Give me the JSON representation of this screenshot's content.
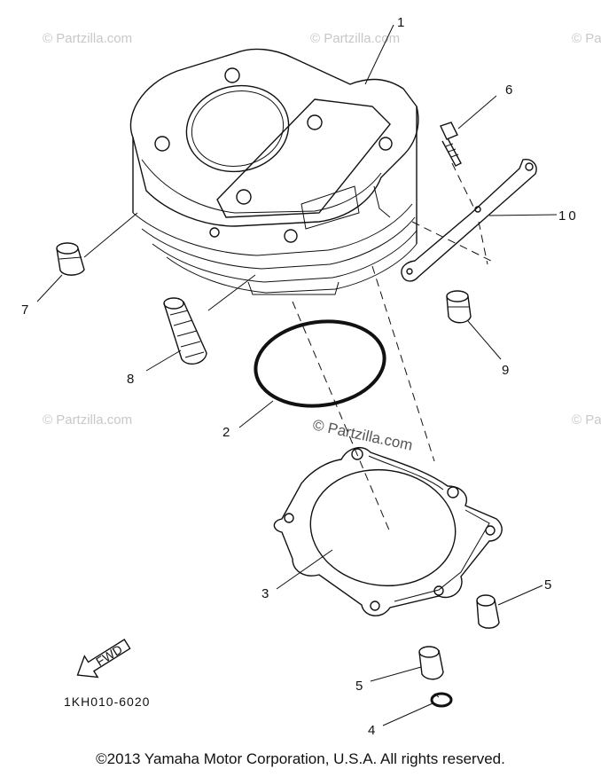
{
  "watermarks": {
    "text": "© Partzilla.com",
    "center_text": "© Partzilla.com"
  },
  "callouts": {
    "p1": "1",
    "p2": "2",
    "p3": "3",
    "p4": "4",
    "p5a": "5",
    "p5b": "5",
    "p6": "6",
    "p7": "7",
    "p8": "8",
    "p9": "9",
    "p10": "10"
  },
  "fwd_tag": "FWD",
  "diagram_code": "1KH010-6020",
  "copyright": "©2013 Yamaha Motor Corporation, U.S.A. All rights reserved."
}
